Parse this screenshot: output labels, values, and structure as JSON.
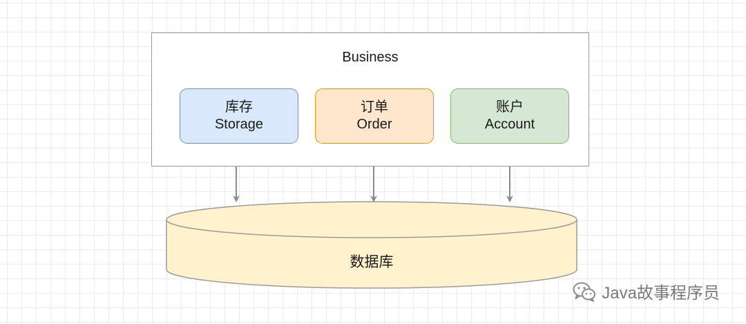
{
  "diagram": {
    "business": {
      "title": "Business",
      "modules": [
        {
          "cn": "库存",
          "en": "Storage",
          "fill": "#dae8fc",
          "stroke": "#6c8ebf"
        },
        {
          "cn": "订单",
          "en": "Order",
          "fill": "#ffe6cc",
          "stroke": "#d79b00"
        },
        {
          "cn": "账户",
          "en": "Account",
          "fill": "#d5e8d4",
          "stroke": "#82b366"
        }
      ]
    },
    "database": {
      "label": "数据库",
      "fill": "#fff2cc",
      "stroke": "#9a9a9a"
    },
    "connector_color": "#8a8a8a"
  },
  "watermark": {
    "text": "Java故事程序员",
    "icon": "wechat-icon"
  }
}
